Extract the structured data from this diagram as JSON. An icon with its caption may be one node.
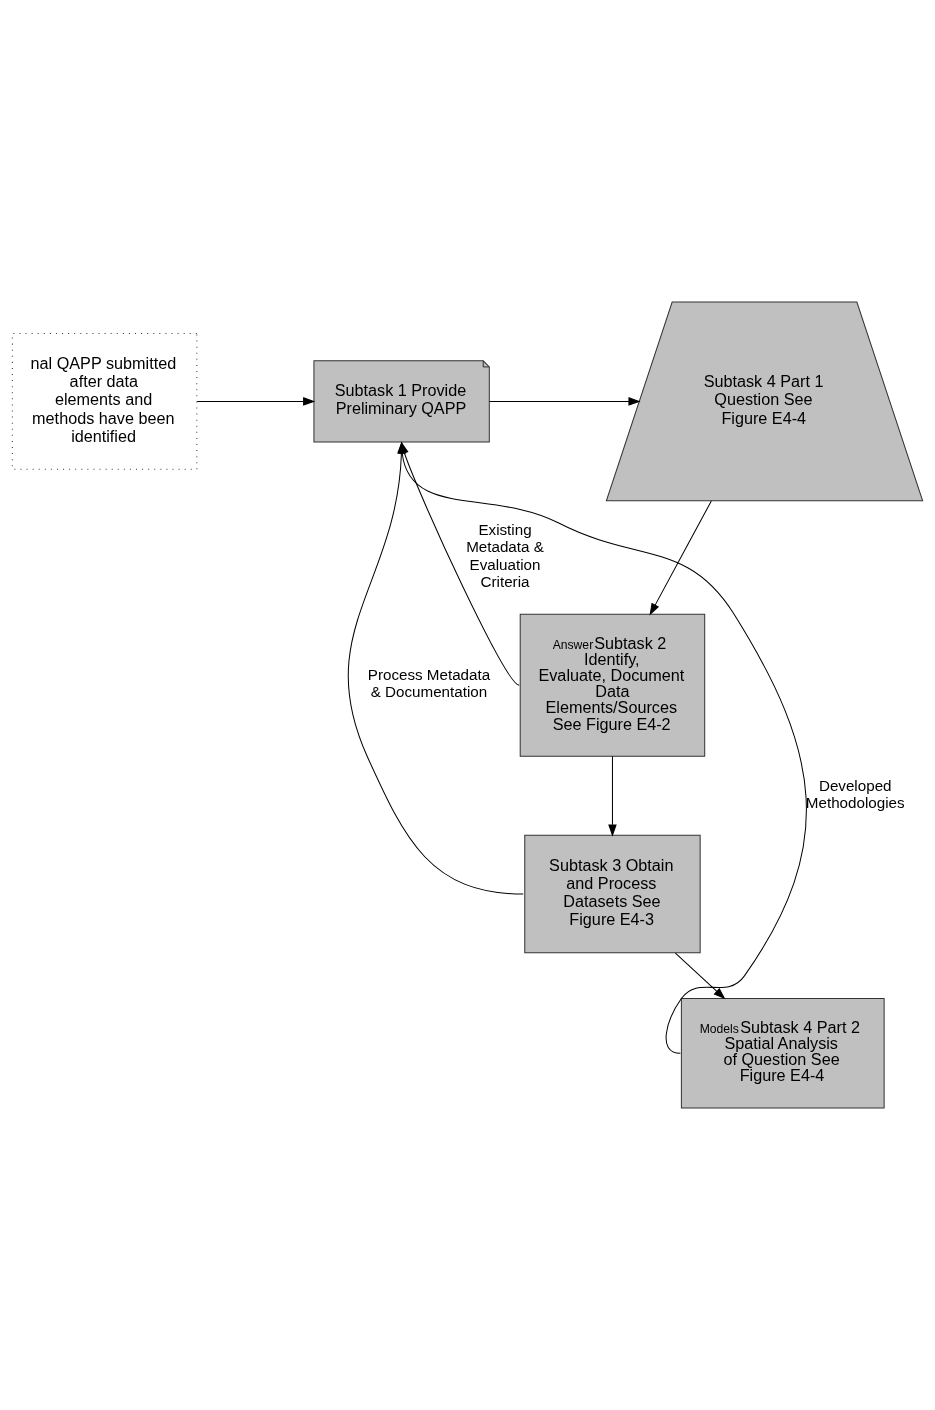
{
  "diagram": {
    "nodes": [
      {
        "text": [
          "Subtask 1 Provide Preliminary QAPP"
        ]
      },
      {
        "text": [
          "Subtask 4 Part 1 Question See Figure E4-4"
        ]
      },
      {
        "text": [
          "Answer",
          "Subtask 2 Identify, Evaluate, Document Data Elements/Sources See Figure E4-2"
        ]
      },
      {
        "text": [
          "Subtask 3 Obtain and Process Datasets See Figure E4-3"
        ]
      },
      {
        "text": [
          "Models",
          "Subtask 4 Part 2 Spatial Analysis of Question See Figure E4-4"
        ]
      },
      {
        "text": [
          "nal QAPP submitted after data elements and methods have been identified"
        ]
      }
    ],
    "edges": [
      {
        "from": 0,
        "to": 1,
        "arrow": "to"
      },
      {
        "from": 1,
        "to": 2,
        "arrow": "to"
      },
      {
        "from": 2,
        "to": 3,
        "arrow": "to"
      },
      {
        "from": 3,
        "to": 4,
        "arrow": "to"
      },
      {
        "from": 5,
        "to": 0,
        "arrow": "to"
      },
      {
        "from": 2,
        "to": 0,
        "arrow": "to",
        "label": "Existing Metadata & Evaluation Criteria"
      },
      {
        "from": 3,
        "to": 0,
        "arrow": "to",
        "label": "Process Metadata & Documentation"
      },
      {
        "from": 4,
        "to": 0,
        "arrow": "to",
        "label": "Developed Methodologies"
      }
    ]
  }
}
